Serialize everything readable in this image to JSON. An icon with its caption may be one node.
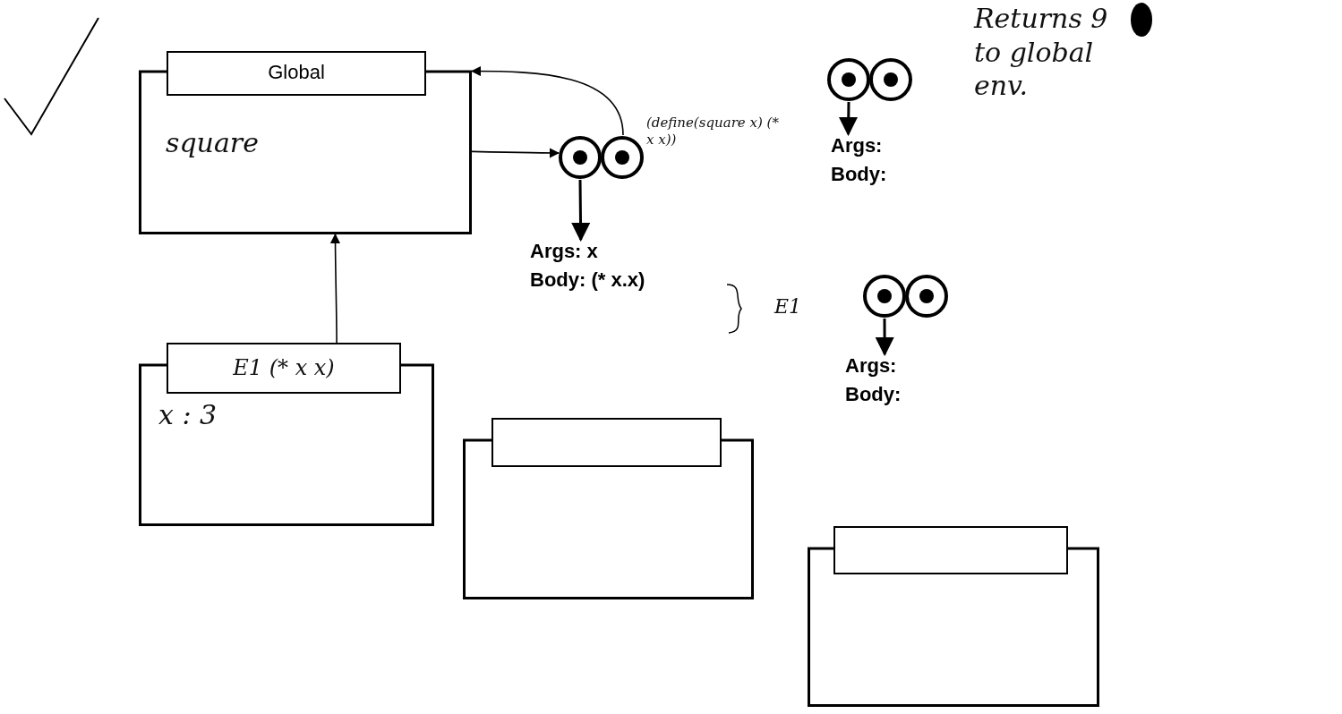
{
  "diagram": {
    "nodes": [
      {
        "text": [
          "Global"
        ]
      },
      {
        "text": [
          "square"
        ],
        "in": 0
      },
      {
        "text": [],
        "shape": "circle"
      },
      {
        "text": [
          "Args: x",
          "Body: (* x.x)"
        ]
      },
      {
        "text": [],
        "shape": "circle"
      },
      {
        "text": [
          "Args:",
          "Body:"
        ]
      },
      {
        "text": [],
        "shape": "circle"
      },
      {
        "text": [
          "Args:",
          "Body:"
        ]
      },
      {
        "text": [
          "E1 (* x x)",
          "x : 3"
        ]
      },
      {
        "text": [],
        "shape": "box"
      },
      {
        "text": [],
        "shape": "box"
      }
    ],
    "edges": [
      {
        "from": 1,
        "to": 2,
        "arrow": "to"
      },
      {
        "from": 2,
        "to": 0,
        "arrow": "to"
      },
      {
        "from": 2,
        "to": 3,
        "arrow": "to"
      },
      {
        "from": 4,
        "to": 5,
        "arrow": "to"
      },
      {
        "from": 6,
        "to": 7,
        "arrow": "to"
      },
      {
        "from": 8,
        "to": 0,
        "arrow": "to"
      }
    ],
    "labels": [
      "(define(square x) (* x x))",
      "E1",
      "Returns 9 to global env."
    ]
  }
}
